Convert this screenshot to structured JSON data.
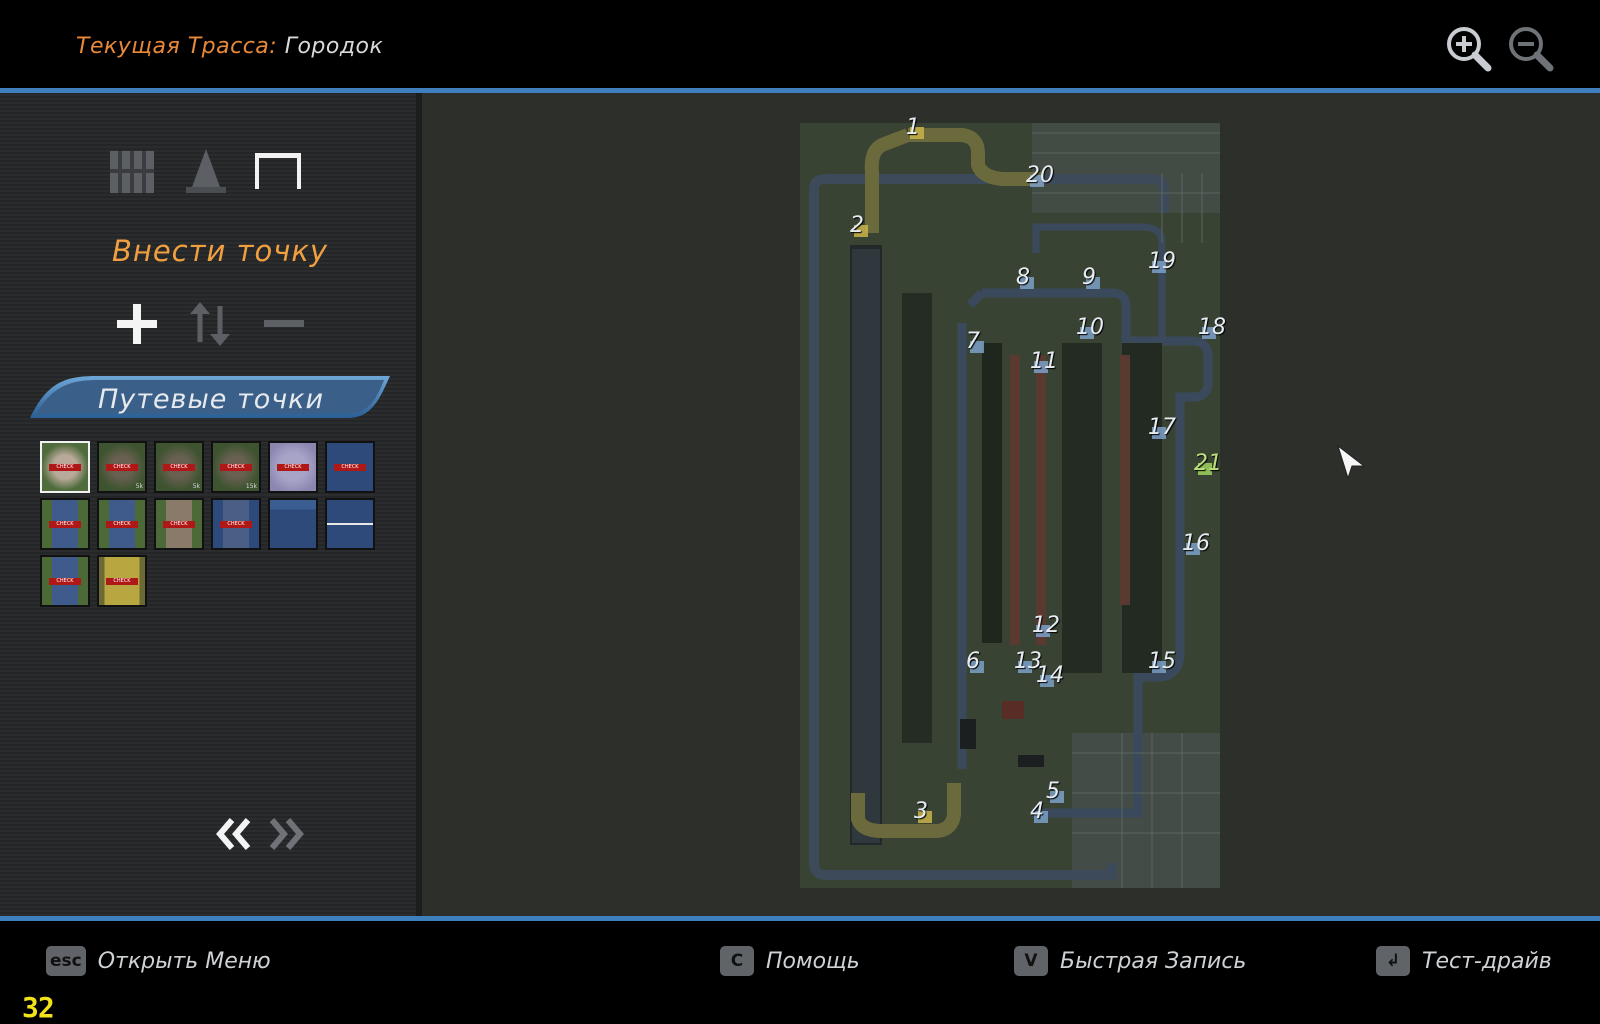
{
  "header": {
    "track_label": "Текущая Трасса:",
    "track_name": "Городок",
    "zoom_in_icon": "zoom-in-icon",
    "zoom_out_icon": "zoom-out-icon"
  },
  "toolbar": {
    "tools": [
      "barrier-icon",
      "cone-icon",
      "checkpoint-gate-icon"
    ],
    "mode_label": "Внести точку",
    "actions": [
      "plus-icon",
      "swap-icon",
      "minus-icon"
    ]
  },
  "waypoints_tab": {
    "label": "Путевые точки"
  },
  "thumbnails": [
    {
      "label": "CHECK",
      "dist": "",
      "style": "grass-sand",
      "selected": true
    },
    {
      "label": "CHECK",
      "dist": "5k",
      "style": "grass-dark",
      "selected": false
    },
    {
      "label": "CHECK",
      "dist": "5k",
      "style": "grass-dark",
      "selected": false
    },
    {
      "label": "CHECK",
      "dist": "15k",
      "style": "grass-dark",
      "selected": false
    },
    {
      "label": "CHECK",
      "dist": "",
      "style": "lavender",
      "selected": false
    },
    {
      "label": "CHECK",
      "dist": "",
      "style": "blue",
      "selected": false
    },
    {
      "label": "CHECK",
      "dist": "",
      "style": "road-grass",
      "selected": false
    },
    {
      "label": "CHECK",
      "dist": "",
      "style": "road-grass",
      "selected": false
    },
    {
      "label": "CHECK",
      "dist": "",
      "style": "dirt-grass",
      "selected": false
    },
    {
      "label": "CHECK",
      "dist": "",
      "style": "road-blue",
      "selected": false
    },
    {
      "label": "",
      "dist": "",
      "style": "blue-dots",
      "selected": false
    },
    {
      "label": "",
      "dist": "",
      "style": "blue-line",
      "selected": false
    },
    {
      "label": "CHECK",
      "dist": "",
      "style": "road-grass",
      "selected": false
    },
    {
      "label": "CHECK",
      "dist": "",
      "style": "yellow",
      "selected": false
    }
  ],
  "map": {
    "waypoints": [
      {
        "n": "1",
        "color": "yellow"
      },
      {
        "n": "2",
        "color": "yellow"
      },
      {
        "n": "3",
        "color": "yellow"
      },
      {
        "n": "4",
        "color": "blue"
      },
      {
        "n": "5",
        "color": "blue"
      },
      {
        "n": "6",
        "color": "blue"
      },
      {
        "n": "7",
        "color": "blue"
      },
      {
        "n": "8",
        "color": "blue"
      },
      {
        "n": "9",
        "color": "blue"
      },
      {
        "n": "10",
        "color": "blue"
      },
      {
        "n": "11",
        "color": "blue"
      },
      {
        "n": "12",
        "color": "blue"
      },
      {
        "n": "13",
        "color": "blue"
      },
      {
        "n": "14",
        "color": "blue"
      },
      {
        "n": "15",
        "color": "blue"
      },
      {
        "n": "16",
        "color": "blue"
      },
      {
        "n": "17",
        "color": "blue"
      },
      {
        "n": "18",
        "color": "blue"
      },
      {
        "n": "19",
        "color": "blue"
      },
      {
        "n": "20",
        "color": "blue"
      },
      {
        "n": "21",
        "color": "green"
      }
    ]
  },
  "pager": {
    "prev_icon": "double-chevron-left-icon",
    "next_icon": "double-chevron-right-icon"
  },
  "footer": {
    "hints": [
      {
        "key": "esc",
        "text": "Открыть Меню"
      },
      {
        "key": "C",
        "text": "Помощь"
      },
      {
        "key": "V",
        "text": "Быстрая Запись"
      },
      {
        "key": "↲",
        "text": "Тест-драйв"
      }
    ],
    "fps": "32"
  },
  "colors": {
    "accent_orange": "#e8893a",
    "title_orange": "#f0a040",
    "divider_blue": "#3f7fbe",
    "fps_yellow": "#f2e21a"
  }
}
